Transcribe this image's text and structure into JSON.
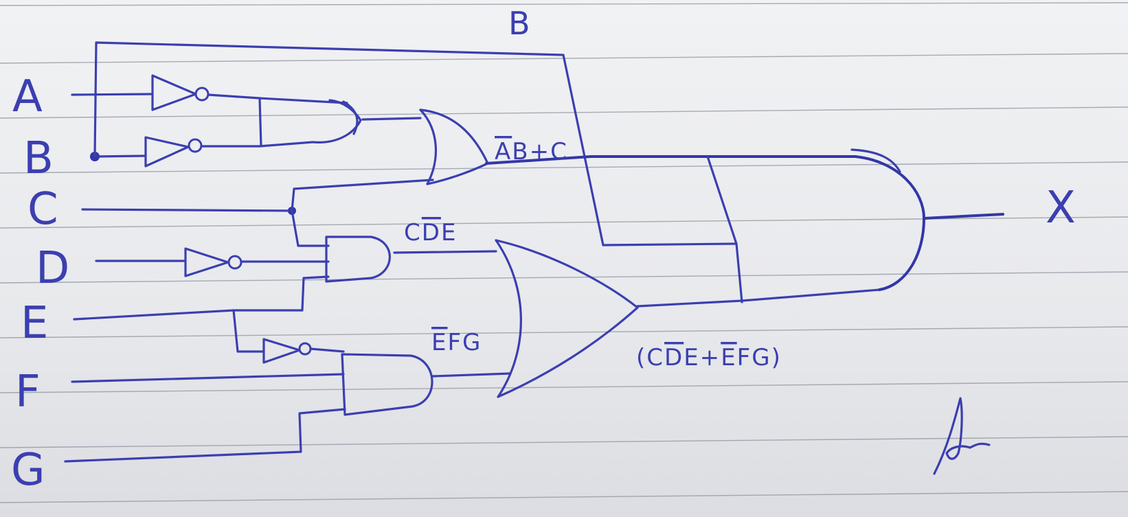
{
  "diagram": {
    "inputs": [
      "A",
      "B",
      "C",
      "D",
      "E",
      "F",
      "G"
    ],
    "output": "X",
    "top_label": "B",
    "labels": {
      "or1": {
        "bar": "A",
        "rest": "B+C"
      },
      "and1": {
        "pre": "C",
        "bar": "D",
        "post": "E"
      },
      "and2": {
        "bar": "E",
        "post": "FG"
      },
      "or2": {
        "open": "(C",
        "bar1": "D",
        "mid": "E+",
        "bar2": "E",
        "post": "FG)"
      }
    },
    "signature": "Signature"
  },
  "colors": {
    "ink": "#3b3fb0",
    "paper": "#eceef1",
    "rule": "#8e939c"
  }
}
